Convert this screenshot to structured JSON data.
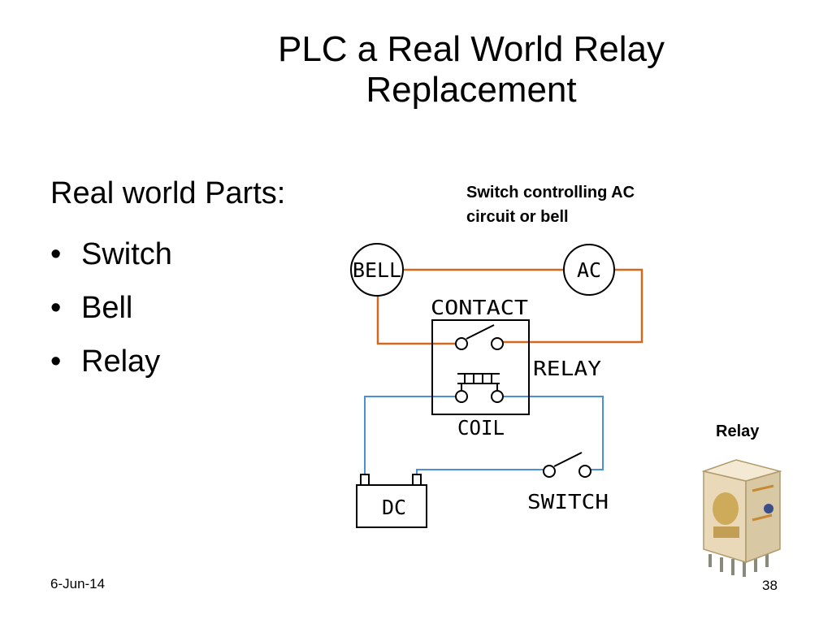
{
  "slide": {
    "title_line1": "PLC a Real World Relay",
    "title_line2": "Replacement",
    "parts_heading": "Real world Parts:",
    "bullets": [
      "Switch",
      "Bell",
      "Relay"
    ],
    "bullet_symbol": "•",
    "caption_line1": "Switch controlling AC",
    "caption_line2": "circuit or bell",
    "relay_caption": "Relay",
    "footer_date": "6-Jun-14",
    "footer_page": "38"
  },
  "diagram": {
    "labels": {
      "bell": "BELL",
      "ac": "AC",
      "contact": "CONTACT",
      "relay": "RELAY",
      "coil": "COIL",
      "dc": "DC",
      "switch": "SWITCH"
    },
    "colors": {
      "ac_wire": "#d2691e",
      "dc_wire": "#4a90d9",
      "outline": "#000000"
    }
  }
}
